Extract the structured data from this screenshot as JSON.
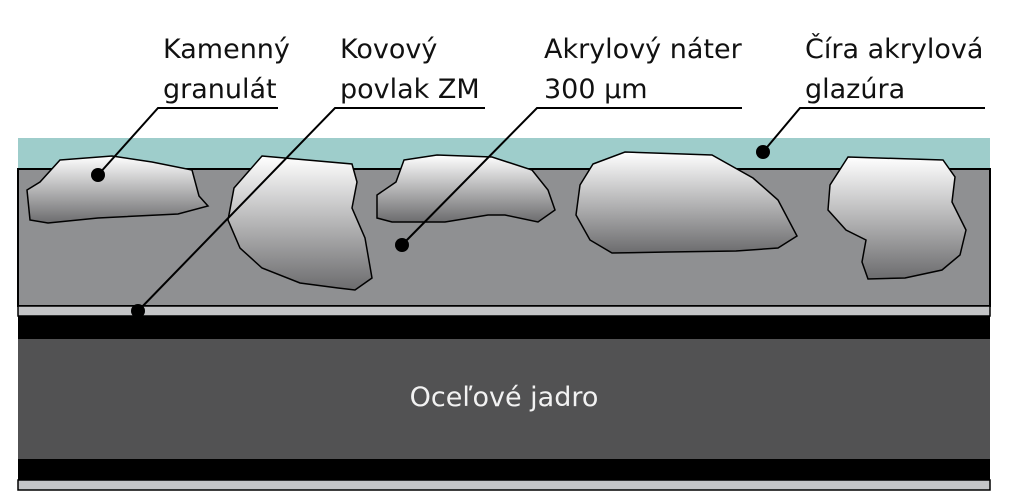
{
  "labels": {
    "granulate": {
      "line1": "Kamenný",
      "line2": "granulát"
    },
    "metal_coating": {
      "line1": "Kovový",
      "line2": "povlak ZM"
    },
    "acrylic_coat": {
      "line1": "Akrylový náter",
      "line2": "300 µm"
    },
    "clear_glaze": {
      "line1": "Číra akrylová",
      "line2": "glazúra"
    },
    "steel_core": "Oceľové jadro"
  },
  "colors": {
    "glaze": "#9ecdcb",
    "acrylic": "#8f9092",
    "coating": "#c4c5c7",
    "black_band": "#000000",
    "core": "#525253",
    "granule_light": "#ffffff",
    "granule_dark": "#6c6c6e"
  }
}
